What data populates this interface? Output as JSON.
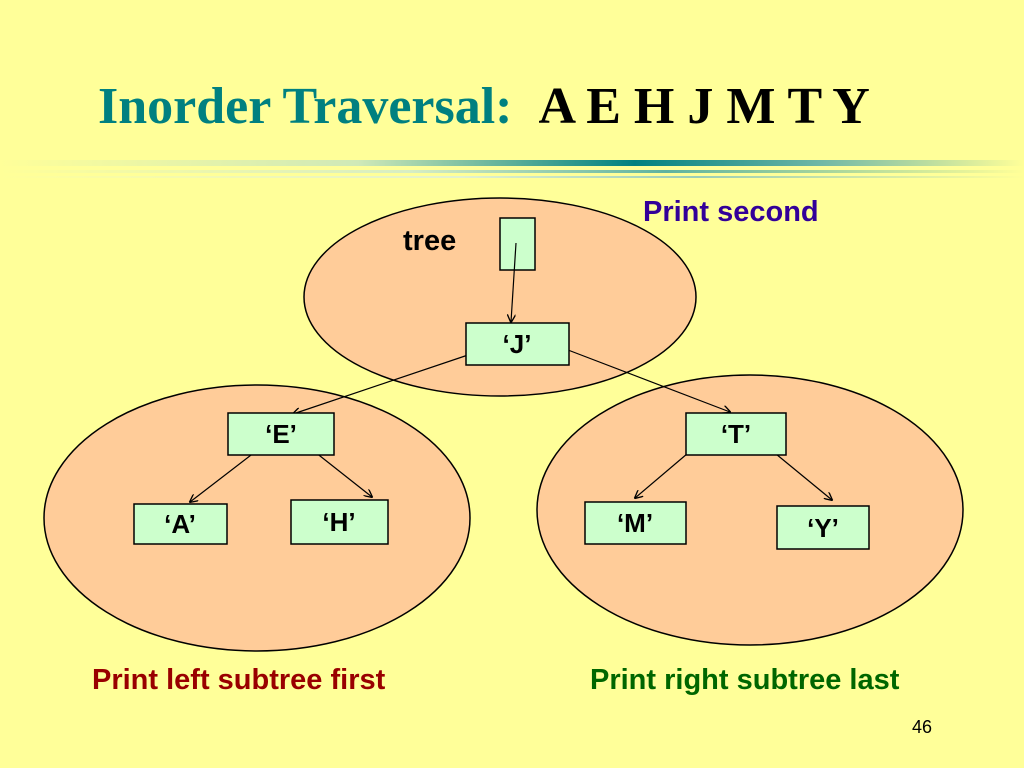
{
  "slide": {
    "title": "Inorder Traversal:",
    "sequence": "A E H J M T Y",
    "page_number": "46"
  },
  "labels": {
    "tree": "tree",
    "print_second": "Print second",
    "print_left": "Print left subtree first",
    "print_right": "Print right subtree last"
  },
  "nodes": {
    "J": "‘J’",
    "E": "‘E’",
    "T": "‘T’",
    "A": "‘A’",
    "H": "‘H’",
    "M": "‘M’",
    "Y": "‘Y’"
  },
  "colors": {
    "background": "#ffff99",
    "subtree_fill": "#ffcc99",
    "node_fill": "#ccffcc",
    "title": "#008080",
    "print_second": "#330099",
    "print_left": "#990000",
    "print_right": "#006600"
  }
}
